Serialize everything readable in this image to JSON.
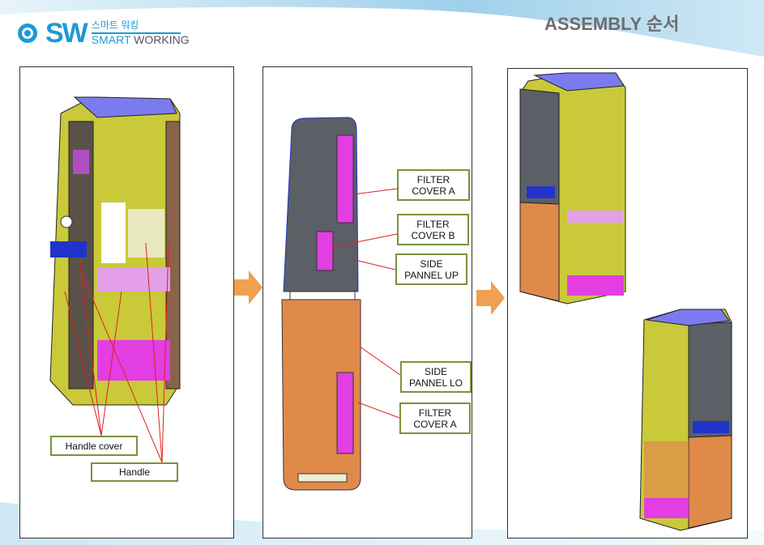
{
  "header": {
    "logo_mark": "SW",
    "logo_korean": "스마트 워킹",
    "logo_english_a": "SMART",
    "logo_english_b": " WORKING",
    "title": "ASSEMBLY 순서"
  },
  "panel1": {
    "labels": [
      "Handle cover",
      "Handle"
    ]
  },
  "panel2": {
    "labels": [
      "FILTER\nCOVER A",
      "FILTER\nCOVER B",
      "SIDE\nPANNEL UP",
      "SIDE\nPANNEL LO",
      "FILTER\nCOVER A"
    ]
  },
  "colors": {
    "accent": "#1b9ad6",
    "label_border": "#77933c",
    "arrow": "#f0a050",
    "leader": "#e02020"
  }
}
